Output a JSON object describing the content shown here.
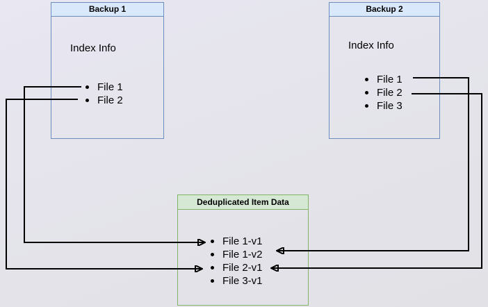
{
  "backup1": {
    "title": "Backup 1",
    "index_label": "Index Info",
    "files": [
      "File 1",
      "File 2"
    ]
  },
  "backup2": {
    "title": "Backup 2",
    "index_label": "Index Info",
    "files": [
      "File 1",
      "File 2",
      "File 3"
    ]
  },
  "dedup": {
    "title": "Deduplicated Item Data",
    "items": [
      "File 1-v1",
      "File 1-v2",
      "File 2-v1",
      "File 3-v1"
    ]
  },
  "edges": [
    {
      "from": "Backup 1 / File 1",
      "to": "Deduplicated Item Data / File 1-v1"
    },
    {
      "from": "Backup 1 / File 2",
      "to": "Deduplicated Item Data / File 2-v1"
    },
    {
      "from": "Backup 2 / File 1",
      "to": "Deduplicated Item Data / File 1-v2"
    },
    {
      "from": "Backup 2 / File 2",
      "to": "Deduplicated Item Data / File 2-v1"
    }
  ],
  "colors": {
    "blue_header_fill": "#dae8fc",
    "blue_border": "#6c8ebf",
    "green_header_fill": "#d5e8d4",
    "green_border": "#82b366",
    "arrow": "#000000",
    "background": "#e5e4ea"
  }
}
